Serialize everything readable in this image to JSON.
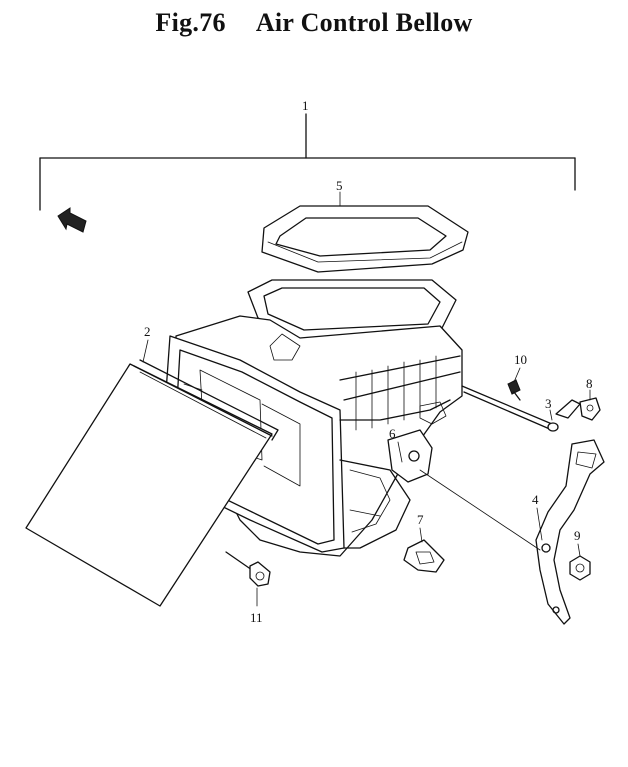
{
  "figure": {
    "number": "Fig.76",
    "title": "Air Control Bellow"
  },
  "callouts": [
    {
      "id": "callout-1",
      "label": "1",
      "part": "assembly"
    },
    {
      "id": "callout-2",
      "label": "2",
      "part": "flap-panel"
    },
    {
      "id": "callout-3",
      "label": "3",
      "part": "rod"
    },
    {
      "id": "callout-4",
      "label": "4",
      "part": "bracket"
    },
    {
      "id": "callout-5",
      "label": "5",
      "part": "seal-ring"
    },
    {
      "id": "callout-6",
      "label": "6",
      "part": "lever-mount"
    },
    {
      "id": "callout-7",
      "label": "7",
      "part": "clip"
    },
    {
      "id": "callout-8",
      "label": "8",
      "part": "clip"
    },
    {
      "id": "callout-9",
      "label": "9",
      "part": "nut"
    },
    {
      "id": "callout-10",
      "label": "10",
      "part": "screw"
    },
    {
      "id": "callout-11",
      "label": "11",
      "part": "bolt"
    }
  ],
  "front_arrow_icon": "front-direction-arrow-icon"
}
